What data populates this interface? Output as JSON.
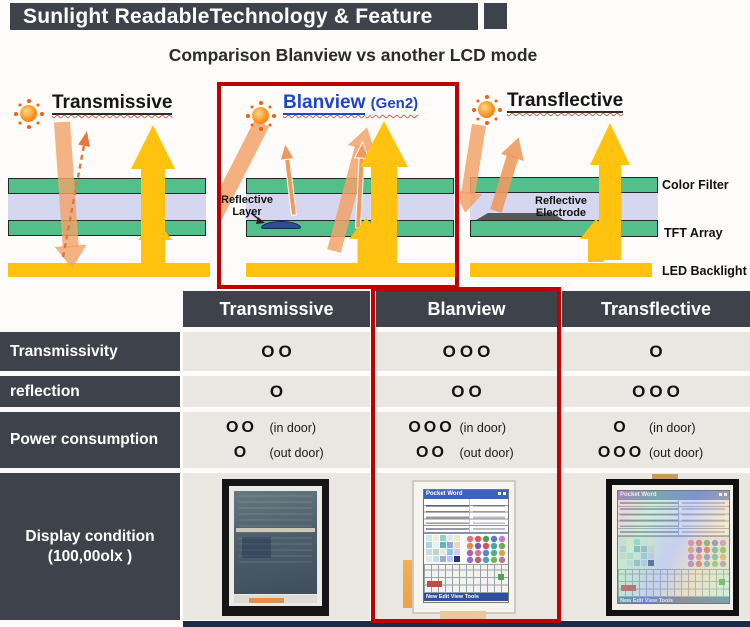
{
  "header": {
    "title": "Sunlight ReadableTechnology & Feature",
    "subtitle": "Comparison Blanview vs another LCD mode"
  },
  "diagrams": {
    "transmissive": {
      "title": "Transmissive"
    },
    "blanview": {
      "title": "Blanview",
      "gen_label": "(Gen2)",
      "reflective_layer": "Reflective Layer"
    },
    "transflective": {
      "title": "Transflective",
      "reflective_electrode": "Reflective Electrode"
    },
    "layer_labels": {
      "color_filter": "Color Filter",
      "tft_array": "TFT Array",
      "led_backlight": "LED Backlight"
    }
  },
  "table": {
    "columns": [
      "Transmissive",
      "Blanview",
      "Transflective"
    ],
    "row_labels": [
      "Transmissivity",
      "reflection",
      "Power consumption"
    ],
    "display_label": {
      "line1": "Display condition",
      "line2": "(100,00olx )"
    },
    "transmissivity": [
      "OO",
      "OOO",
      "O"
    ],
    "reflection": [
      "O",
      "OO",
      "OOO"
    ],
    "power": {
      "indoor_label": "(in door)",
      "outdoor_label": "(out door)",
      "indoor": [
        "OO",
        "OOO",
        "O"
      ],
      "outdoor": [
        "O",
        "OO",
        "OOO"
      ]
    }
  },
  "photos": {
    "screen_title": "Pocket Word",
    "screen_menu": "New Edit View Tools"
  },
  "colors": {
    "accent_red": "#C00000",
    "header_dark": "#3E434B",
    "cell_gray": "#EAE7E3",
    "layer_green": "#53C08B",
    "layer_lavender": "#D5D7F0",
    "backlight_yellow": "#FFC20E",
    "arrow_orange": "#F2A269",
    "blanview_blue": "#1C45C8",
    "bottom_strip_navy": "#1C2B4A"
  }
}
